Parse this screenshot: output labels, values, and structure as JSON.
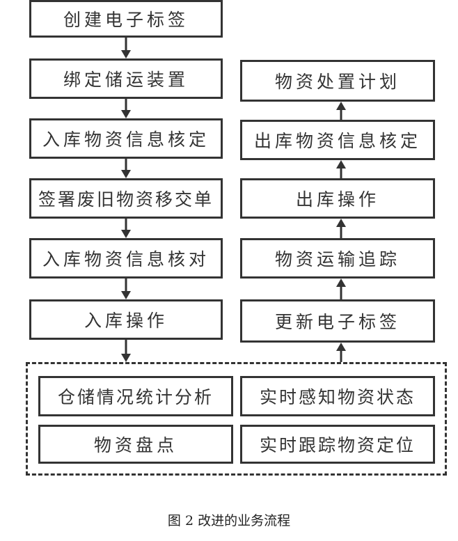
{
  "left_column": [
    "创建电子标签",
    "绑定储运装置",
    "入库物资信息核定",
    "签署废旧物资移交单",
    "入库物资信息核对",
    "入库操作"
  ],
  "right_column": [
    "物资处置计划",
    "出库物资信息核定",
    "出库操作",
    "物资运输追踪",
    "更新电子标签"
  ],
  "group": {
    "items": [
      "仓储情况统计分析",
      "实时感知物资状态",
      "物资盘点",
      "实时跟踪物资定位"
    ]
  },
  "caption": "图 2  改进的业务流程"
}
